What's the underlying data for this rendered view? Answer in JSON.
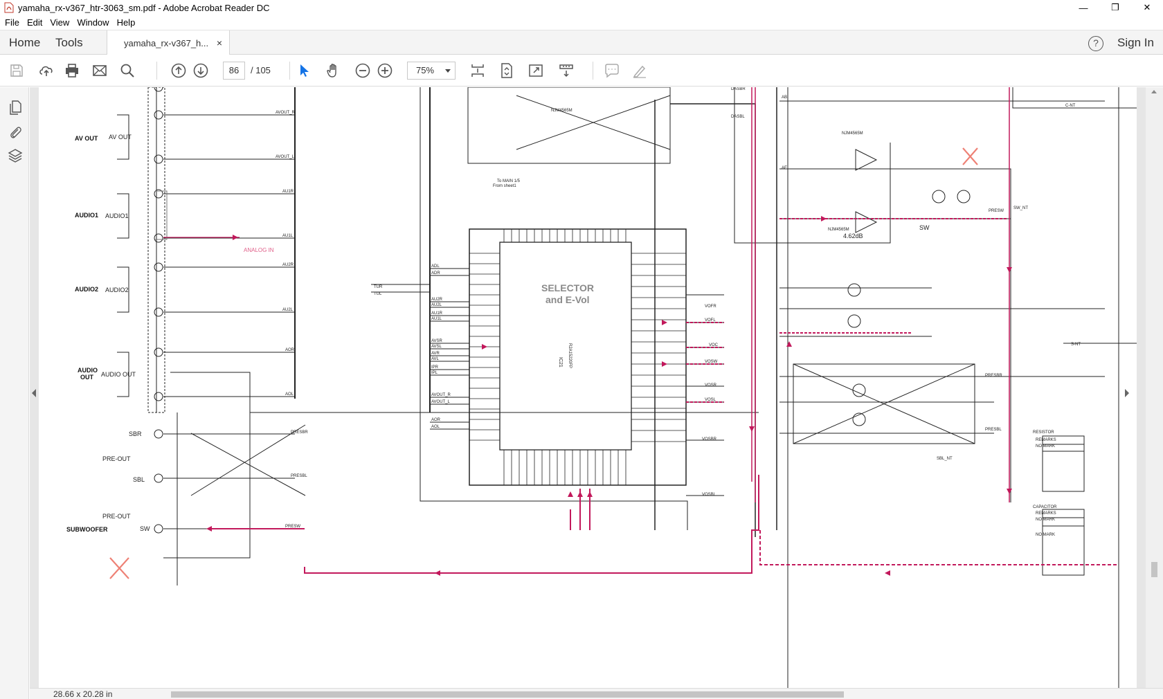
{
  "window": {
    "title": "yamaha_rx-v367_htr-3063_sm.pdf - Adobe Acrobat Reader DC",
    "minimize": "—",
    "maximize": "❐",
    "close": "✕"
  },
  "menu": [
    "File",
    "Edit",
    "View",
    "Window",
    "Help"
  ],
  "tabs": {
    "home": "Home",
    "tools": "Tools",
    "document": "yamaha_rx-v367_h...",
    "close": "×"
  },
  "header": {
    "help": "?",
    "sign_in": "Sign In"
  },
  "toolbar": {
    "page_current": "86",
    "page_total": "/ 105",
    "zoom": "75%"
  },
  "status": {
    "page_size": "28.66 x 20.28 in"
  },
  "schematic": {
    "block_labels": {
      "av_out": "AV OUT",
      "av_out_box": "AV OUT",
      "audio1": "AUDIO1",
      "audio1_box": "AUDIO1",
      "audio2": "AUDIO2",
      "audio2_box": "AUDIO2",
      "audio_out_1": "AUDIO",
      "audio_out_2": "OUT",
      "audio_out_box": "AUDIO OUT",
      "pre_out_1": "PRE-OUT",
      "pre_out_2": "PRE-OUT",
      "subwoofer": "SUBWOOFER",
      "sbr": "SBR",
      "sbl": "SBL",
      "sw": "SW",
      "analog_in": "ANALOG IN",
      "selector_1": "SELECTOR",
      "selector_2": "and E-Vol",
      "gain": "4.62dB",
      "sw_right": "SW",
      "resistor": "RESISTOR",
      "remarks_1": "REMARKS",
      "no_mark_1": "NO MARK",
      "capacitor": "CAPACITOR",
      "remarks_2": "REMARKS",
      "no_mark_2": "NO MARK",
      "no_mark_3": "NO MARK",
      "to_main_1": "To MAIN 1/5",
      "to_main_2": "From sheet1",
      "ic21": "IC21",
      "chip": "R2A15220FP",
      "njm_1": "NJM4565M",
      "njm_2": "NJM4565M",
      "njm_3": "NJM4565M",
      "c_nt": "C-NT",
      "s_nt": "S-NT",
      "sw_nt": "SW_NT",
      "sbl_nt": "SBL_NT"
    },
    "nets_left": [
      "AVOUT_R",
      "AVOUT_L",
      "AU1R",
      "AU1L",
      "AU2R",
      "AU2L",
      "AOR",
      "AOL",
      "PRESBR",
      "PRESBL",
      "PRESW"
    ],
    "nets_mid": [
      "ADL",
      "ADR",
      "AU2R",
      "AU2L",
      "AU1R",
      "AU1L",
      "AVSR",
      "AVSL",
      "AVR",
      "AVL",
      "IPR",
      "IPL",
      "AVOUT_R",
      "AVOUT_L",
      "AOR",
      "AOL",
      "TUR",
      "TUL"
    ],
    "nets_right": [
      "VOFR",
      "VOFL",
      "VOC",
      "VOSW",
      "VOSR",
      "VOSL",
      "VOSBR",
      "VOSBL",
      "DASBR",
      "DASBL",
      "AB",
      "AE",
      "PRESBR",
      "PRESBL",
      "PRESW"
    ]
  }
}
